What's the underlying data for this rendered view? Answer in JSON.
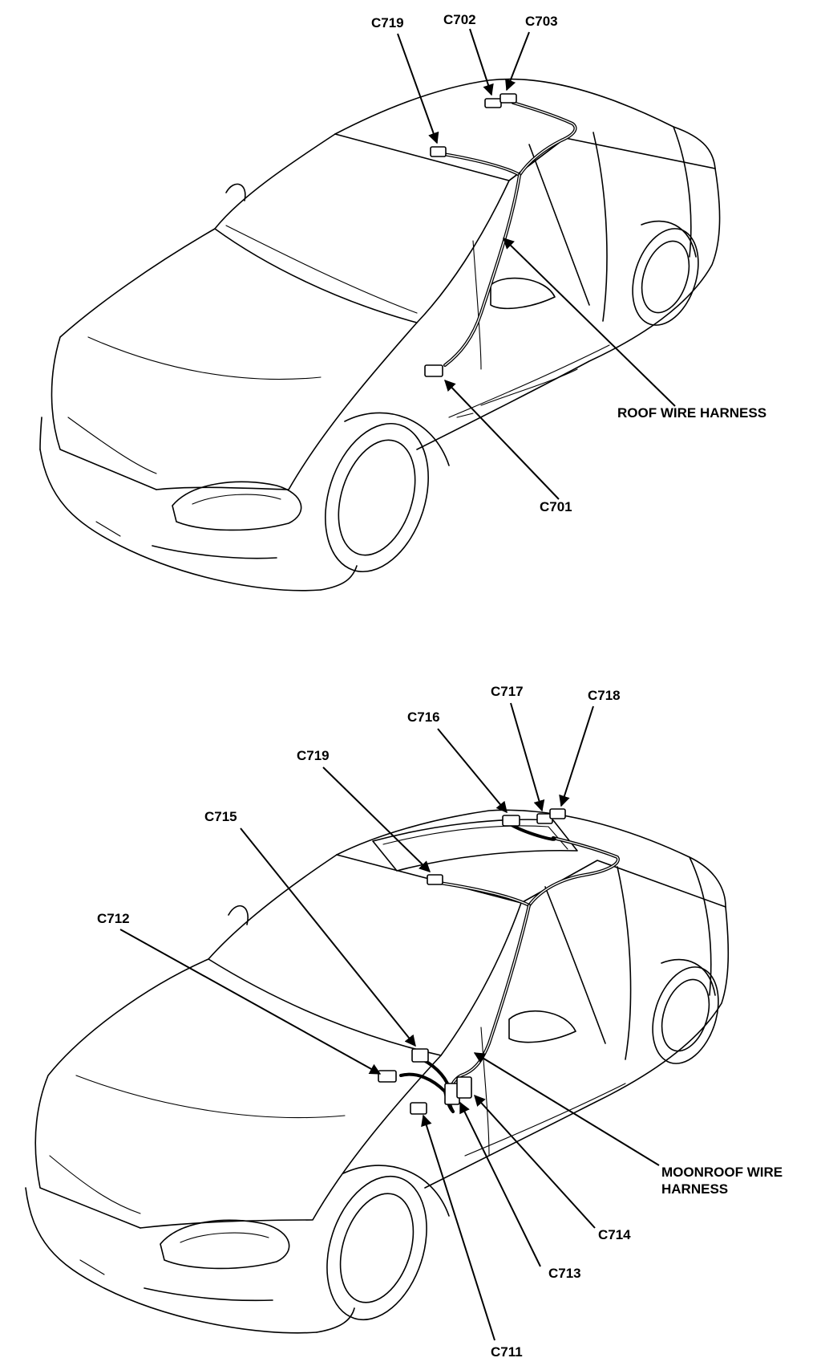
{
  "diagram_top": {
    "labels": {
      "c719": "C719",
      "c702": "C702",
      "c703": "C703",
      "c701": "C701",
      "harness": "ROOF WIRE HARNESS"
    }
  },
  "diagram_bottom": {
    "labels": {
      "c717": "C717",
      "c718": "C718",
      "c716": "C716",
      "c719": "C719",
      "c715": "C715",
      "c712": "C712",
      "harness_line1": "MOONROOF WIRE",
      "harness_line2": "HARNESS",
      "c714": "C714",
      "c713": "C713",
      "c711": "C711"
    }
  },
  "colors": {
    "line": "#000000",
    "background": "#ffffff"
  }
}
